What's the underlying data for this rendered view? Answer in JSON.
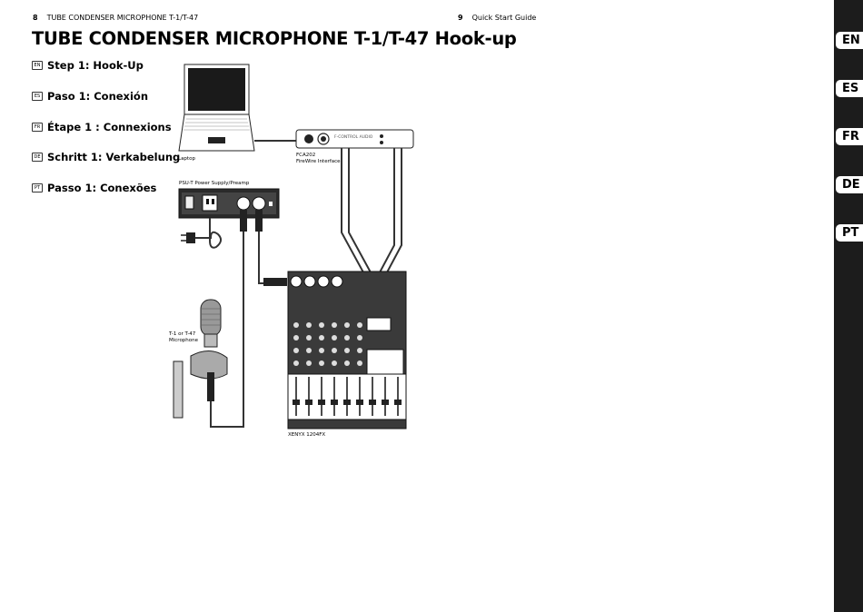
{
  "header": {
    "left_page_number": "8",
    "left_running_title": "TUBE CONDENSER MICROPHONE T-1/T-47",
    "right_page_number": "9",
    "right_running_title": "Quick Start Guide"
  },
  "title": "TUBE CONDENSER MICROPHONE T-1/T-47 Hook-up",
  "steps": [
    {
      "lang": "EN",
      "label": "Step 1: Hook-Up"
    },
    {
      "lang": "ES",
      "label": "Paso 1: Conexión"
    },
    {
      "lang": "FR",
      "label": "Étape 1 : Connexions"
    },
    {
      "lang": "DE",
      "label": "Schritt 1: Verkabelung"
    },
    {
      "lang": "PT",
      "label": "Passo 1: Conexões"
    }
  ],
  "diagram": {
    "laptop_label": "Laptop",
    "interface_label_1": "FCA202",
    "interface_label_2": "FireWire Interface",
    "interface_brand": "F-CONTROL AUDIO",
    "psu_label": "PSU-T  Power Supply/Preamp",
    "mic_label_1": "T-1 or T-47",
    "mic_label_2": "Microphone",
    "mixer_label": "XENYX 1204FX"
  },
  "language_tabs": [
    "EN",
    "ES",
    "FR",
    "DE",
    "PT"
  ]
}
